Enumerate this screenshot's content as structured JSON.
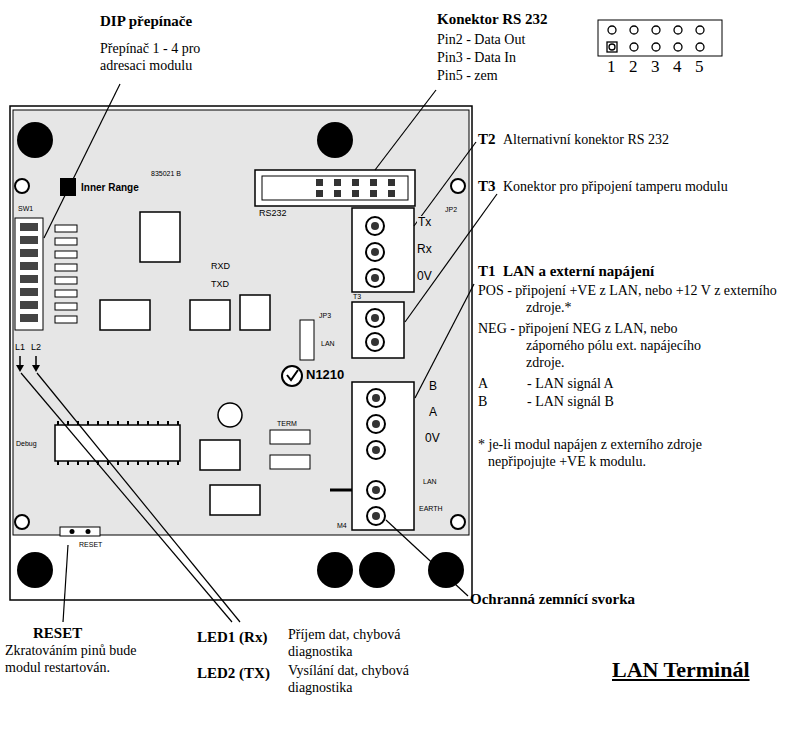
{
  "diagram": {
    "title": "LAN Terminál",
    "labels": [
      "DIP přepínače",
      "Přepínač 1 - 4 pro adresaci modulu",
      "Konektor RS 232",
      "Pin2 - Data Out",
      "Pin3 - Data In",
      "Pin5 - zem",
      "1",
      "2",
      "3",
      "4",
      "5",
      "T2",
      "Alternativní konektor RS 232",
      "T3",
      "Konektor pro připojení tamperu modulu",
      "T1",
      "LAN a externí napájení",
      "POS - připojení +VE z LAN, nebo +12 V z externího zdroje.*",
      "NEG - připojení NEG z LAN, nebo záporného pólu ext. napájecího zdroje.",
      "A",
      "- LAN signál A",
      "B",
      "- LAN signál B",
      "* je-li modul napájen z externího zdroje nepřipojujte +VE k modulu.",
      "Ochranná zemnící svorka",
      "RESET",
      "Zkratováním pinů bude modul restartován.",
      "LED1 (Rx)",
      "Příjem dat, chybová diagnostika",
      "LED2 (TX)",
      "Vysílání dat, chybová diagnostika",
      "Inner Range",
      "835021 B",
      "RS232",
      "Tx",
      "Rx",
      "0V",
      "T3",
      "B",
      "A",
      "0V",
      "LAN",
      "EARTH",
      "N1210",
      "RESET",
      "RXD",
      "TXD",
      "L1",
      "L2",
      "TERM",
      "JP3",
      "LAN",
      "Debug",
      "M4",
      "SW1",
      "JP2"
    ]
  }
}
